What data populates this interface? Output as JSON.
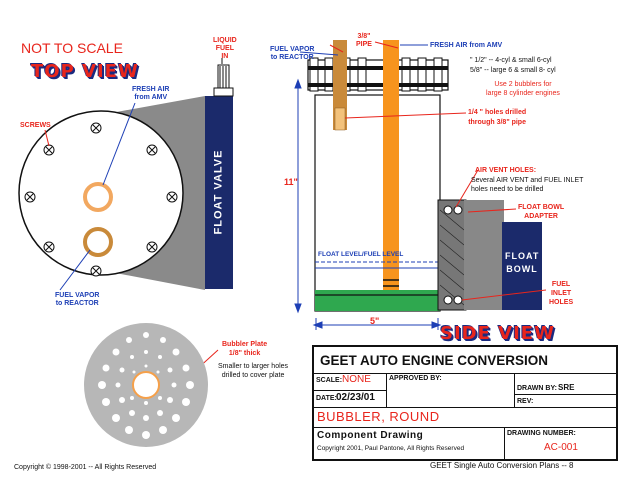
{
  "colors": {
    "red": "#e8251c",
    "blue": "#1d3fb5",
    "navy": "#1b2a6b",
    "orange": "#f7941d",
    "green": "#2fa84f",
    "gray": "#808080",
    "copper": "#c98a3a"
  },
  "labels": {
    "not_to_scale": "NOT TO SCALE",
    "top_view": "TOP VIEW",
    "side_view": "SIDE VIEW",
    "liquid_fuel_in": [
      "LIQUID",
      "FUEL",
      "IN"
    ],
    "fuel_vapor_to_reactor_top": [
      "FUEL VAPOR",
      "to REACTOR"
    ],
    "pipe_38": [
      "3/8\"",
      "PIPE"
    ],
    "fresh_air_from_amv_side": "FRESH AIR from AMV",
    "fresh_air_from_amv_top": [
      "FRESH AIR",
      "from AMV"
    ],
    "screws": "SCREWS",
    "float_valve": "FLOAT VALVE",
    "fuel_vapor_to_reactor_bottom": [
      "FUEL VAPOR",
      "to REACTOR"
    ],
    "pipe_sizes": [
      "\" 1/2\" -- 4-cyl & small 6-cyl",
      "5/8\" -- large 6 & small 8- cyl"
    ],
    "use_2_bubblers": [
      "Use 2 bubblers for",
      "large 8 cylinder engines"
    ],
    "holes_drilled": [
      "1/4 \" holes drilled",
      "through 3/8\" pipe"
    ],
    "air_vent_holes_title": "AIR VENT HOLES:",
    "air_vent_holes_desc": [
      "Several AIR VENT and FUEL INLET",
      "holes need to be drilled"
    ],
    "float_bowl_adapter": [
      "FLOAT BOWL",
      "ADAPTER"
    ],
    "float_bowl": [
      "FLOAT",
      "BOWL"
    ],
    "fuel_inlet_holes": [
      "FUEL",
      "INLET",
      "HOLES"
    ],
    "height_dim": "11\"",
    "width_dim": "5\"",
    "float_level": "FLOAT LEVEL/FUEL LEVEL",
    "bubbler_plate": [
      "Bubbler Plate",
      "1/8\" thick"
    ],
    "bubbler_plate_note": [
      "Smaller to larger holes",
      "drilled to cover plate"
    ],
    "copyright_left": "Copyright © 1998-2001 -- All Rights Reserved",
    "footer_right": "GEET Single Auto Conversion Plans -- 8"
  },
  "title_block": {
    "title": "GEET AUTO ENGINE CONVERSION",
    "scale_label": "SCALE:",
    "scale_value": "NONE",
    "approved_by_label": "APPROVED BY:",
    "drawn_by_label": "DRAWN BY:",
    "drawn_by_value": "SRE",
    "date_label": "DATE:",
    "date_value": "02/23/01",
    "rev_label": "REV:",
    "part_name": "BUBBLER, ROUND",
    "component": "Component Drawing",
    "copyright": "Copyright 2001, Paul Pantone, All Rights Reserved",
    "drawing_number_label": "DRAWING NUMBER:",
    "drawing_number": "AC-001"
  }
}
